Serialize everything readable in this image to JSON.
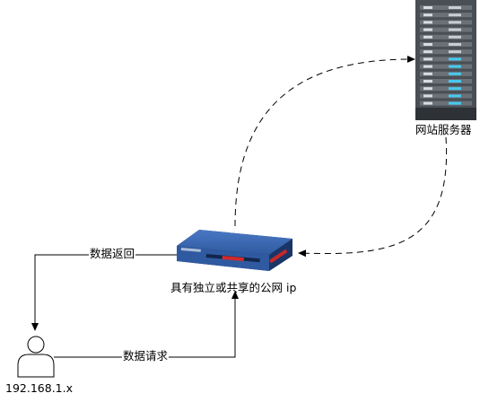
{
  "nodes": {
    "server": {
      "label": "网站服务器",
      "icon": "server-rack-icon"
    },
    "router": {
      "label": "具有独立或共享的公网 ip",
      "icon": "router-icon"
    },
    "client": {
      "label": "192.168.1.x",
      "icon": "user-icon"
    }
  },
  "edges": {
    "return": {
      "label": "数据返回"
    },
    "request": {
      "label": "数据请求"
    }
  },
  "colors": {
    "router_body": "#2f5aa0",
    "router_dark": "#1f3f78",
    "server_body": "#4a4f55",
    "server_light": "#47c9ee",
    "line": "#000000"
  }
}
